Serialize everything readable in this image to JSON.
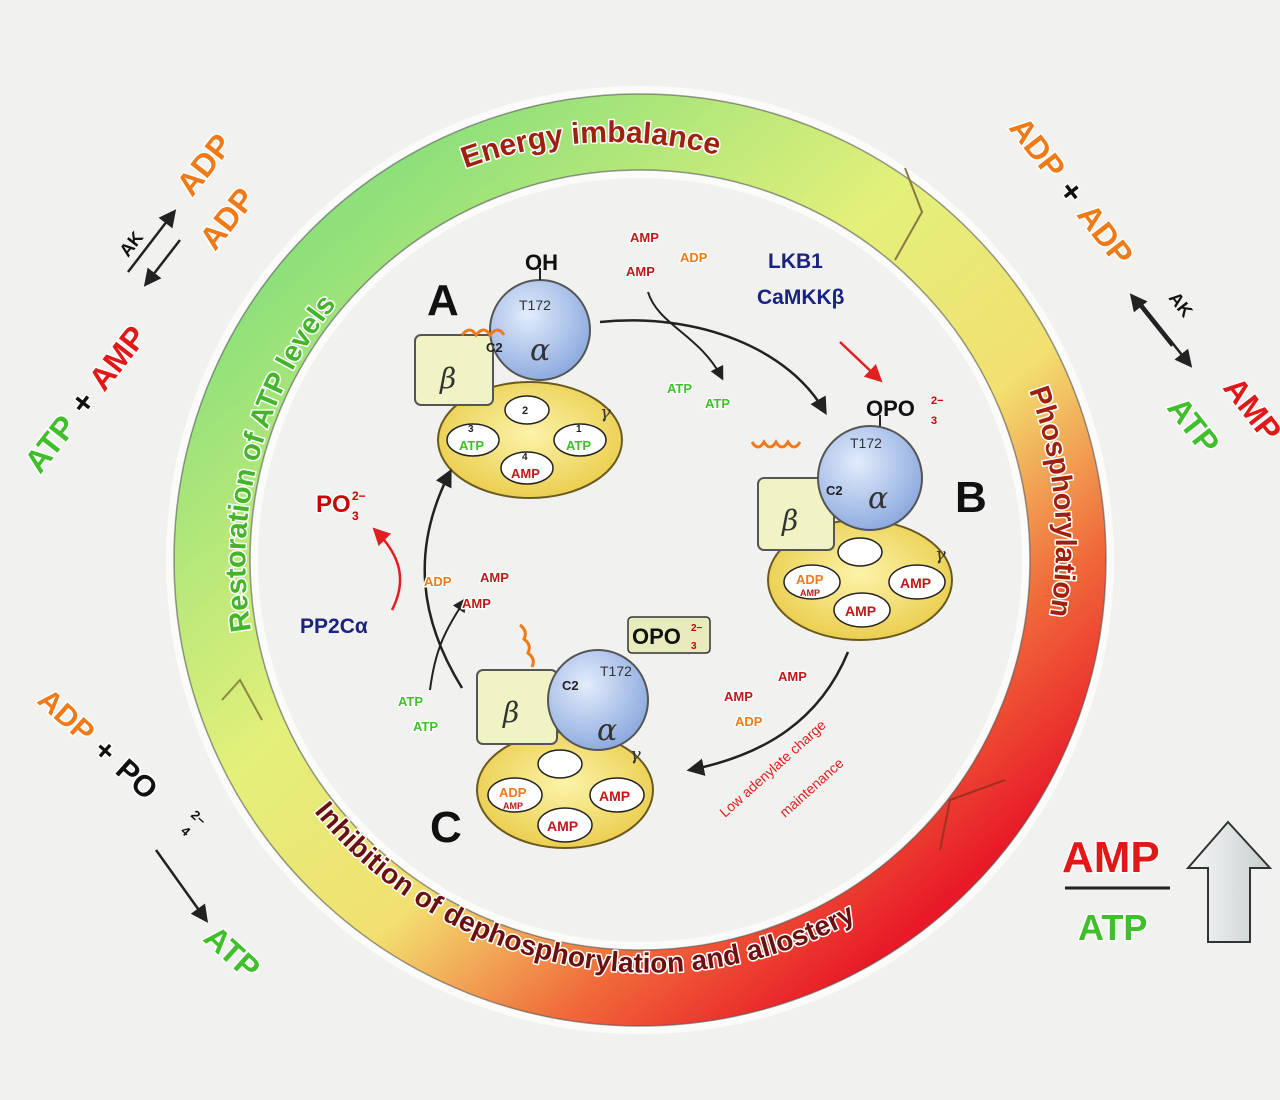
{
  "colors": {
    "atp": "#3fbf2a",
    "adp": "#f07a18",
    "amp": "#e01818",
    "enzyme": "#1a237e",
    "phosphate": "#cc0000",
    "ring_label": "#a02010",
    "ring_label_green": "#43b52a",
    "pod": "#f3e37a",
    "pod_stroke": "#6a5a20",
    "alpha": "#aac3ea",
    "beta": "#f0f3c4",
    "arrow": "#222222",
    "red_arrow": "#e02020",
    "up_arrow": "#e8ecec"
  },
  "ring": {
    "top": "Energy imbalance",
    "right": "Phosphorylation",
    "bottom": "Inhibition of dephosphorylation and allostery",
    "left": "Restoration of ATP levels"
  },
  "labels": {
    "A": "A",
    "B": "B",
    "C": "C",
    "oh": "OH",
    "t172": "T172",
    "c2": "C2",
    "alpha": "α",
    "beta": "β",
    "gamma": "γ",
    "lkb1": "LKB1",
    "camkk": "CaMKKβ",
    "pp2c": "PP2Cα",
    "opo3": "OPO",
    "po3": "PO",
    "sub3": "3",
    "sup2": "2−",
    "sub4": "4",
    "low_adenylate_line1": "Low adenylate charge",
    "low_adenylate_line2": "maintenance"
  },
  "nucleotides": {
    "atp": "ATP",
    "adp": "ADP",
    "amp": "AMP",
    "po": "PO",
    "ak": "AK",
    "plus": "+"
  },
  "site_numbers": {
    "s1": "1",
    "s2": "2",
    "s3": "3",
    "s4": "4"
  },
  "ratio": {
    "numerator": "AMP",
    "denominator": "ATP"
  }
}
